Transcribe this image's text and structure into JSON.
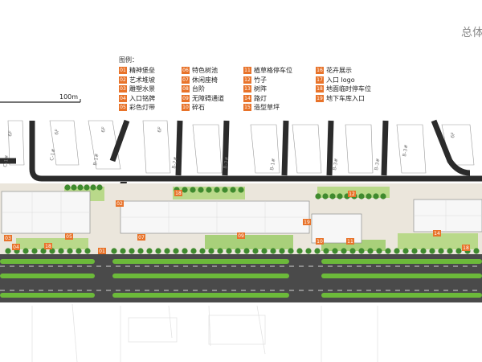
{
  "page": {
    "title": "总体",
    "legend_heading": "图例：",
    "scale_label": "100m"
  },
  "legend": [
    {
      "num": "01",
      "label": "精神堡垒"
    },
    {
      "num": "02",
      "label": "艺术堆坡"
    },
    {
      "num": "03",
      "label": "雕塑水景"
    },
    {
      "num": "04",
      "label": "入口铭牌"
    },
    {
      "num": "05",
      "label": "彩色灯带"
    },
    {
      "num": "06",
      "label": "特色树池"
    },
    {
      "num": "07",
      "label": "休闲座椅"
    },
    {
      "num": "08",
      "label": "台阶"
    },
    {
      "num": "09",
      "label": "无障碍通道"
    },
    {
      "num": "10",
      "label": "碎石"
    },
    {
      "num": "11",
      "label": "植草格停车位"
    },
    {
      "num": "12",
      "label": "竹子"
    },
    {
      "num": "13",
      "label": "树阵"
    },
    {
      "num": "14",
      "label": "路灯"
    },
    {
      "num": "15",
      "label": "造型草坪"
    },
    {
      "num": "16",
      "label": "花卉展示"
    },
    {
      "num": "17",
      "label": "入口 logo"
    },
    {
      "num": "18",
      "label": "地面临时停车位"
    },
    {
      "num": "19",
      "label": "地下车库入口"
    }
  ],
  "building_labels": [
    "C-1#",
    "C-1#",
    "B-1#",
    "B-2#",
    "B-3#",
    "B-1#",
    "B-3#",
    "B-3#",
    "B-3#"
  ],
  "storey_labels": [
    "6F",
    "6F",
    "6F",
    "6F",
    "6F"
  ],
  "map_markers": [
    "18",
    "01",
    "02",
    "04",
    "03",
    "05",
    "07",
    "18",
    "09",
    "19",
    "10",
    "11",
    "12",
    "14",
    "18"
  ],
  "colors": {
    "road": "#2b2b2b",
    "marker": "#e8732a",
    "paving": "#ebe6dc",
    "tree": "#3f8a2e",
    "hedge": "#6cba3a",
    "building": "#f7f7f7"
  }
}
